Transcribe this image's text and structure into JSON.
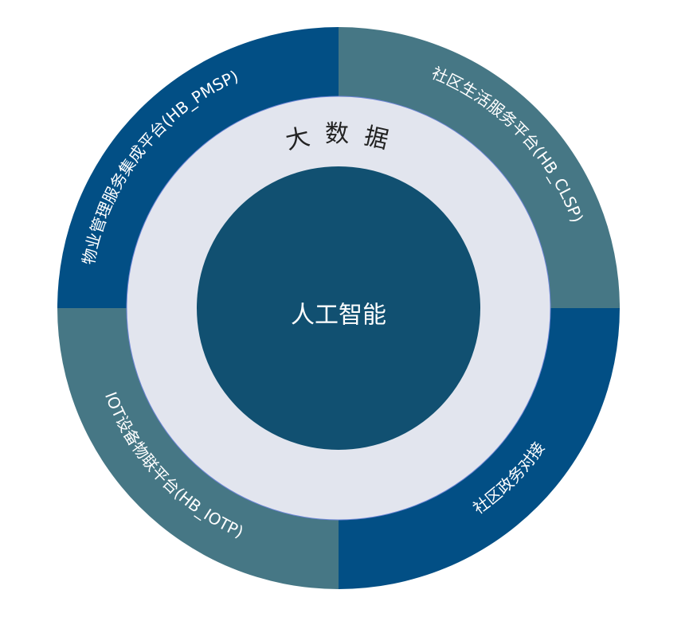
{
  "colors": {
    "dark_blue": "#024F85",
    "teal": "#467785",
    "ring_light": "#E2E5EE",
    "core": "#115071",
    "white": "#FFFFFF",
    "ring_label": "#222222"
  },
  "outer_ring": {
    "top_left": "物业管理服务集成平台(HB_PMSP)",
    "top_right": "社区生活服务平台(HB_CLSP)",
    "bottom_left": "IOT设备物联平台(HB_IOTP)",
    "bottom_right": "社区政务对接"
  },
  "middle_ring": {
    "label": "大 数 据"
  },
  "core": {
    "label": "人工智能"
  }
}
